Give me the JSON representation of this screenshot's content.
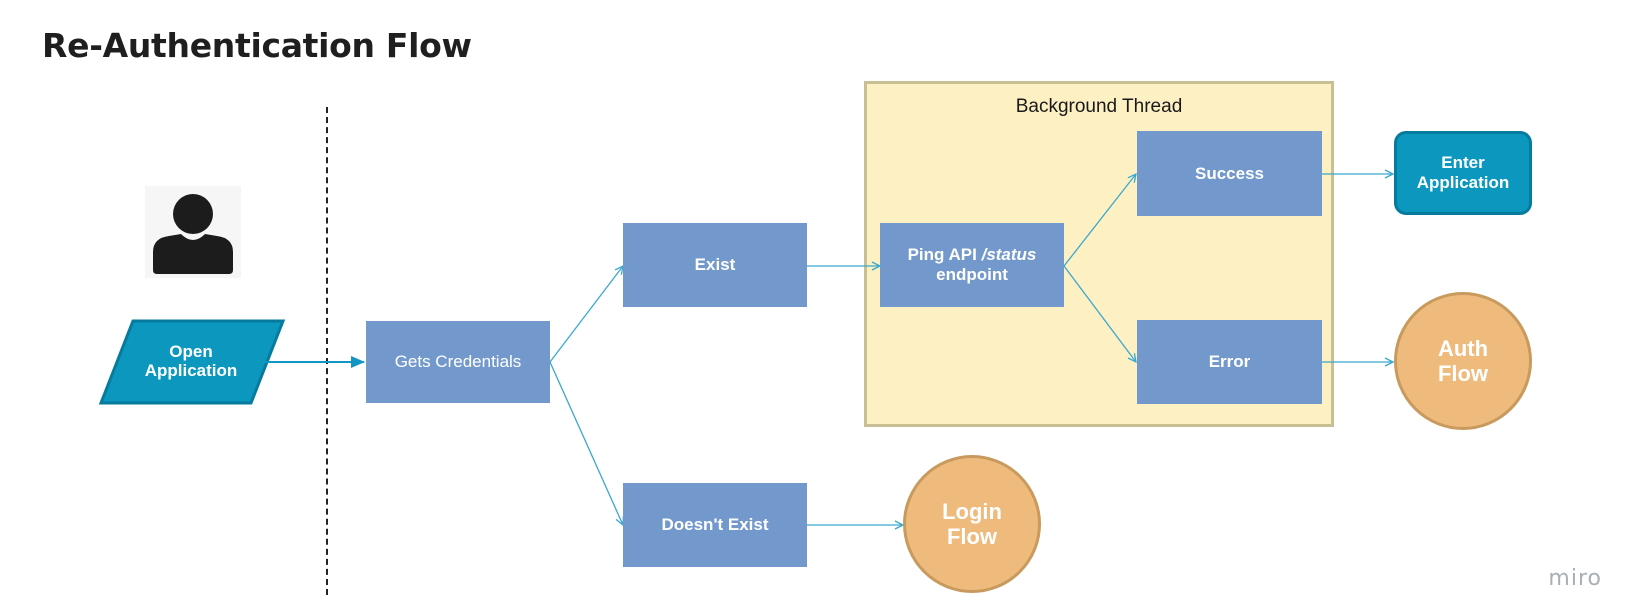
{
  "title": "Re-Authentication Flow",
  "container": {
    "label": "Background Thread"
  },
  "nodes": {
    "open_application": {
      "line1": "Open",
      "line2": "Application"
    },
    "gets_credentials": "Gets Credentials",
    "exist": "Exist",
    "doesnt_exist": "Doesn't Exist",
    "ping_api": {
      "prefix": "Ping API ",
      "italic": "/status",
      "line2": "endpoint"
    },
    "success": "Success",
    "error": "Error",
    "enter_application": {
      "line1": "Enter",
      "line2": "Application"
    },
    "auth_flow": {
      "line1": "Auth",
      "line2": "Flow"
    },
    "login_flow": {
      "line1": "Login",
      "line2": "Flow"
    }
  },
  "watermark": "miro",
  "colors": {
    "process_box": "#7399cc",
    "terminal_teal": "#0c97bf",
    "flow_circle": "#efbb7c",
    "container_fill": "#fdf0c3",
    "connector": "#3aa8cf"
  }
}
